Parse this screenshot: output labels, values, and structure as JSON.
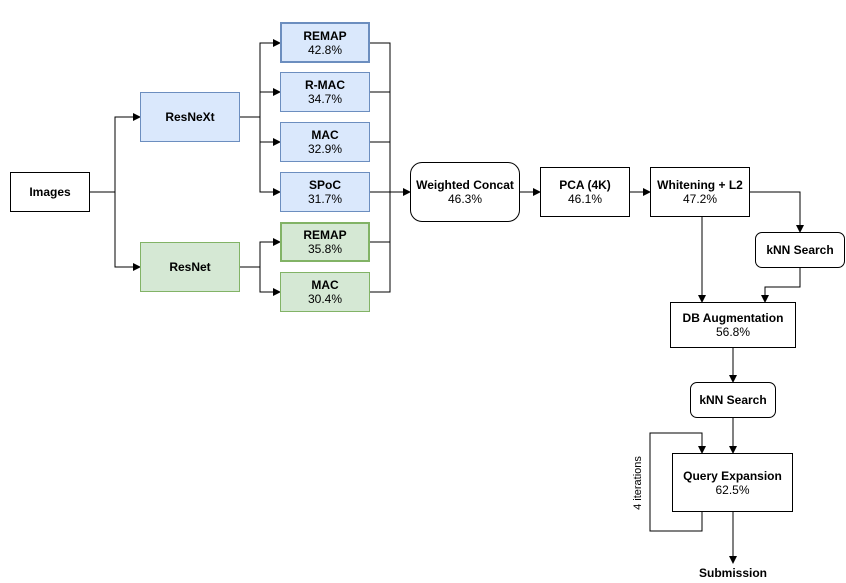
{
  "nodes": {
    "images": {
      "label": "Images"
    },
    "resnext": {
      "label": "ResNeXt"
    },
    "resnet": {
      "label": "ResNet"
    },
    "remap_x": {
      "label": "REMAP",
      "value": "42.8%"
    },
    "rmac_x": {
      "label": "R-MAC",
      "value": "34.7%"
    },
    "mac_x": {
      "label": "MAC",
      "value": "32.9%"
    },
    "spoc_x": {
      "label": "SPoC",
      "value": "31.7%"
    },
    "remap_r": {
      "label": "REMAP",
      "value": "35.8%"
    },
    "mac_r": {
      "label": "MAC",
      "value": "30.4%"
    },
    "weighted_concat": {
      "label": "Weighted Concat",
      "value": "46.3%"
    },
    "pca": {
      "label": "PCA (4K)",
      "value": "46.1%"
    },
    "whitening": {
      "label": "Whitening + L2",
      "value": "47.2%"
    },
    "knn1": {
      "label": "kNN Search"
    },
    "db_aug": {
      "label": "DB Augmentation",
      "value": "56.8%"
    },
    "knn2": {
      "label": "kNN Search"
    },
    "query_exp": {
      "label": "Query Expansion",
      "value": "62.5%"
    },
    "submission": {
      "label": "Submission"
    }
  },
  "annotations": {
    "iterations": "4 iterations"
  },
  "colors": {
    "resnext_fill": "#dae8fc",
    "resnext_stroke": "#6c8ebf",
    "resnet_fill": "#d5e8d4",
    "resnet_stroke": "#82b366"
  }
}
